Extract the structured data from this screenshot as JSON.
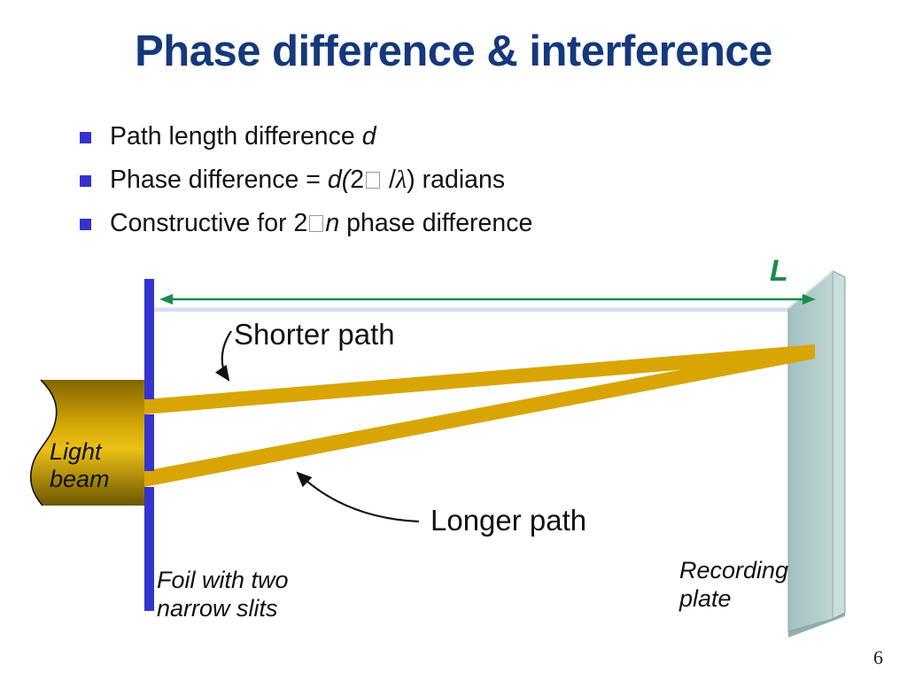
{
  "slide": {
    "title": "Phase difference & interference",
    "page_number": "6",
    "bullets": [
      {
        "runs": [
          {
            "t": "Path length difference "
          },
          {
            "t": "d",
            "i": true
          }
        ]
      },
      {
        "runs": [
          {
            "t": "Phase difference = "
          },
          {
            "t": "d(",
            "i": true
          },
          {
            "t": "2"
          },
          {
            "box": true
          },
          {
            "t": " /"
          },
          {
            "t": "λ",
            "sym": true
          },
          {
            "t": ") radians"
          }
        ]
      },
      {
        "runs": [
          {
            "t": "Constructive for 2"
          },
          {
            "box": true
          },
          {
            "t": "n",
            "i": true
          },
          {
            "t": " phase difference"
          }
        ]
      }
    ]
  },
  "diagram": {
    "labels": {
      "distance": "L",
      "shorter_path": "Shorter path",
      "longer_path": "Longer path",
      "light_beam": "Light\nbeam",
      "foil": "Foil with two\nnarrow slits",
      "recording_plate": "Recording\nplate"
    },
    "colors": {
      "title_navy": "#16387C",
      "bullet_blue": "#3333CC",
      "foil_blue": "#3535CE",
      "ray_gold": "#D9A504",
      "block_gold_bright": "#EBC115",
      "block_gold_dark": "#7E6000",
      "plate_face": "#AFC9CA",
      "plate_edge_light": "#CADEDC",
      "plate_edge_dark": "#7F9FA0",
      "plate_bottom": "#8FAFAF",
      "arrow_green": "#1A8C4B",
      "band_blue": "#D5DFF5",
      "annotation_black": "#111111"
    }
  }
}
